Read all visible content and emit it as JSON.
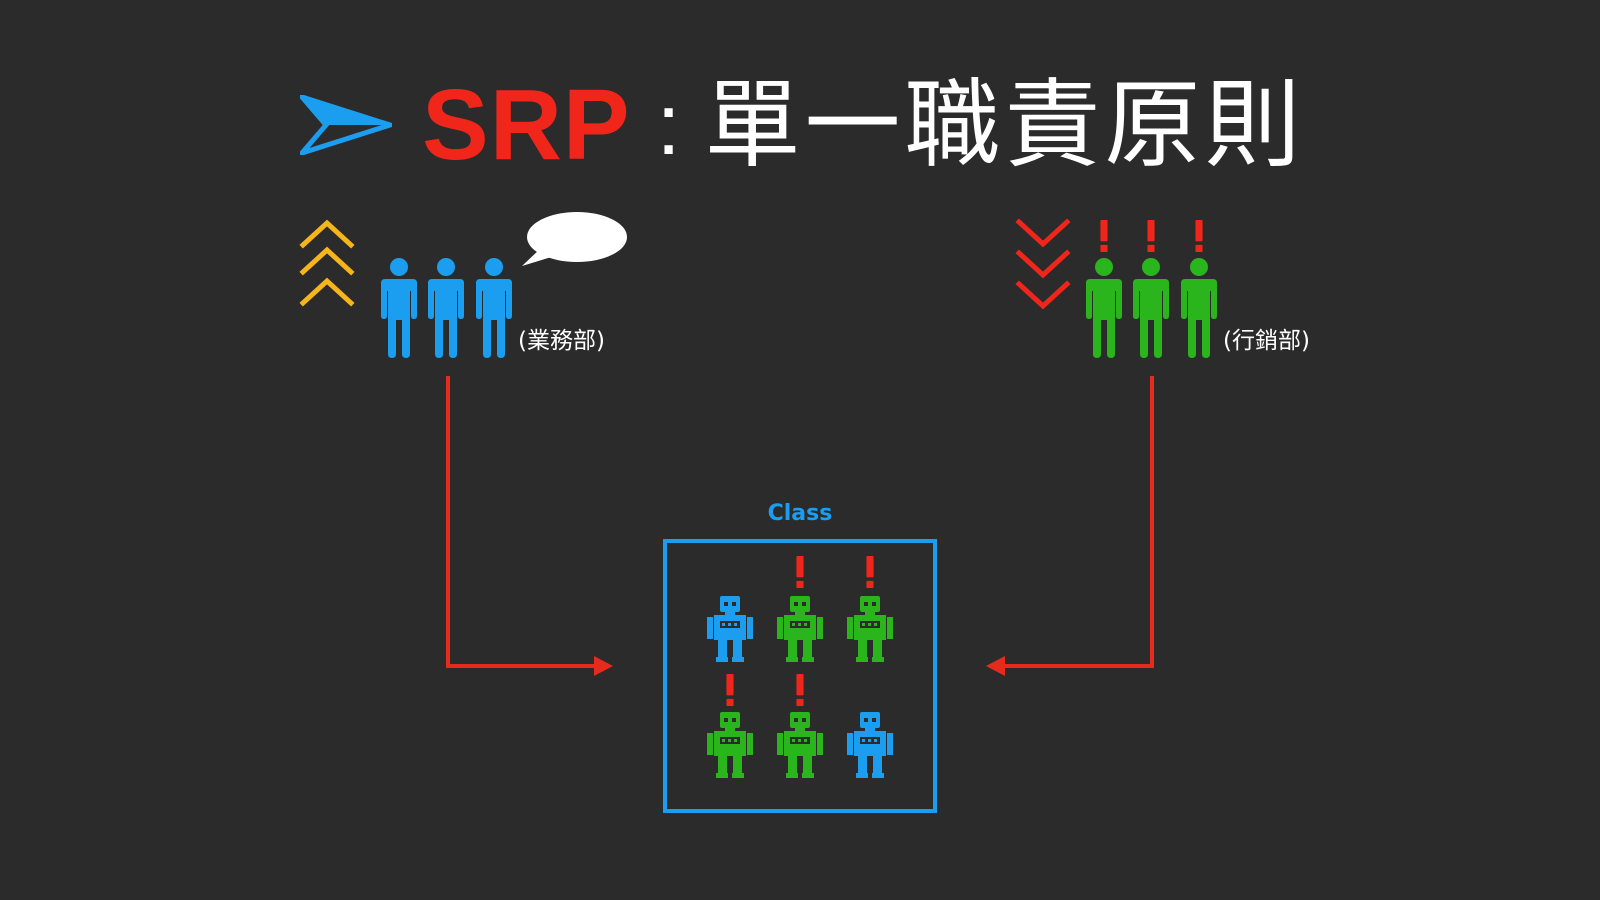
{
  "title": {
    "abbreviation": "SRP",
    "separator": ":",
    "text": "單一職責原則"
  },
  "left_group": {
    "label": "(業務部)",
    "color": "#1c9ef0",
    "people": 3,
    "indicator": "chevrons-up",
    "indicator_color": "#f5b51b",
    "extra_icon": "speech-bubble-icon"
  },
  "right_group": {
    "label": "(行銷部)",
    "color": "#2bb51c",
    "people": 3,
    "indicator": "chevrons-down",
    "indicator_color": "#f0261b",
    "extra_icon": "exclamation-icon"
  },
  "class_box": {
    "label": "Class",
    "border_color": "#1c9ef0",
    "robots": [
      {
        "owner": "left_group",
        "color": "#1c9ef0",
        "alert": false
      },
      {
        "owner": "right_group",
        "color": "#2bb51c",
        "alert": true
      },
      {
        "owner": "right_group",
        "color": "#2bb51c",
        "alert": true
      },
      {
        "owner": "right_group",
        "color": "#2bb51c",
        "alert": true
      },
      {
        "owner": "right_group",
        "color": "#2bb51c",
        "alert": true
      },
      {
        "owner": "left_group",
        "color": "#1c9ef0",
        "alert": false
      }
    ]
  },
  "connector_color": "#e62a1c",
  "accent_arrow_color": "#1c9ef0"
}
